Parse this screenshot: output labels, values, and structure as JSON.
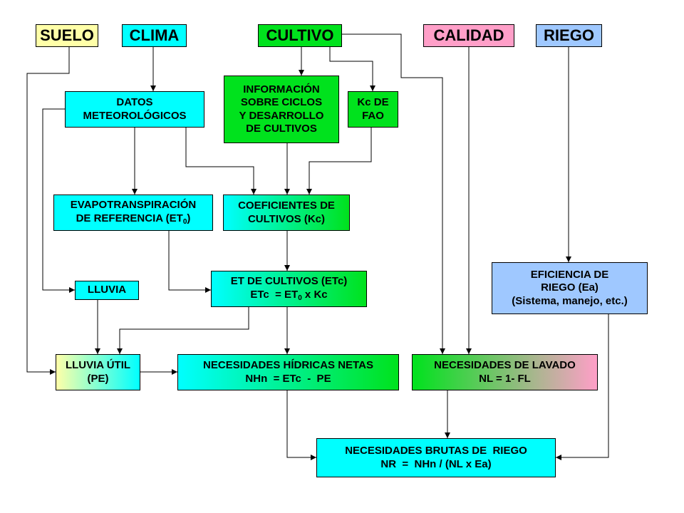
{
  "headers": {
    "suelo": "SUELO",
    "clima": "CLIMA",
    "cultivo": "CULTIVO",
    "calidad": "CALIDAD",
    "riego": "RIEGO"
  },
  "nodes": {
    "datos": [
      "DATOS",
      "METEOROLÓGICOS"
    ],
    "info": [
      "INFORMACIÓN",
      "SOBRE CICLOS",
      "Y DESARROLLO",
      "DE CULTIVOS"
    ],
    "kcfao": [
      "Kc  DE",
      "FAO"
    ],
    "evapo": {
      "line1": "EVAPOTRANSPIRACIÓN",
      "line2_prefix": "DE REFERENCIA (ET",
      "line2_sub": "0",
      "line2_suffix": ")"
    },
    "coef": [
      "COEFICIENTES DE",
      "CULTIVOS (Kc)"
    ],
    "etc": {
      "line1": "ET DE CULTIVOS (ETc)",
      "line2_prefix": "ETc  = ET",
      "line2_sub": "0",
      "line2_suffix": " x Kc"
    },
    "lluvia": "LLUVIA",
    "eficiencia": [
      "EFICIENCIA  DE",
      "RIEGO (Ea)",
      "(Sistema, manejo,  etc.)"
    ],
    "lluvia_util": [
      "LLUVIA ÚTIL",
      "(PE)"
    ],
    "nhn": [
      "NECESIDADES HÍDRICAS NETAS",
      "NHn  = ETc  -  PE"
    ],
    "nl": [
      "NECESIDADES DE LAVADO",
      "NL = 1- FL"
    ],
    "nr": [
      "NECESIDADES BRUTAS DE  RIEGO",
      "NR  =  NHn / (NL x Ea)"
    ]
  },
  "colors": {
    "yellow": "#ffffa8",
    "cyan": "#00ffff",
    "green": "#00e21d",
    "pink": "#ff9fc8",
    "blue": "#9fc8ff",
    "line": "#000000"
  }
}
